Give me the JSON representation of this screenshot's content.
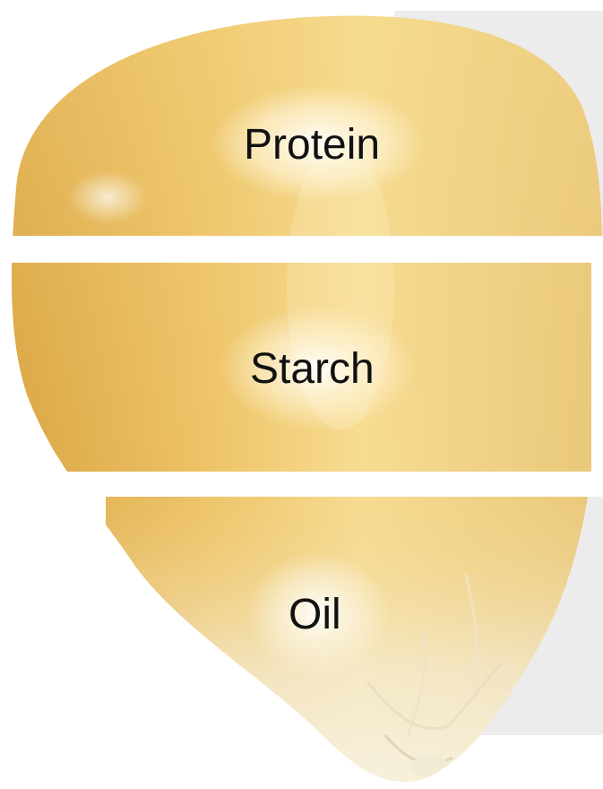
{
  "labels": {
    "protein": "Protein",
    "starch": "Starch",
    "oil": "Oil"
  },
  "colors": {
    "kernel_light": "#fbe6a6",
    "kernel_mid": "#efc66a",
    "kernel_dark": "#d9a441",
    "tip_cream": "#f3eedb",
    "background_panel": "#ececec",
    "label_text": "#111111"
  }
}
